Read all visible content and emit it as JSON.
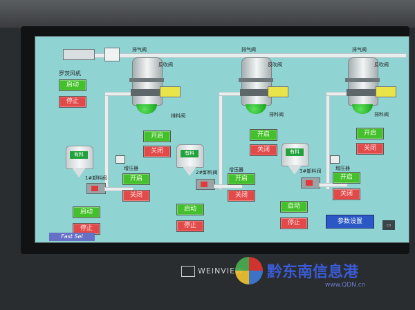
{
  "screen": {
    "blower_label": "罗茨风机",
    "exhaust_valve_label": "排气阀",
    "blowback_valve_label": "反吹阀",
    "discharge_valve_label": "排料阀",
    "unload_valves": [
      "1#卸料阀",
      "2#卸料阀",
      "3#卸料阀"
    ],
    "compressor_label": "增压器",
    "material_tag": "有料",
    "start_label": "启动",
    "stop_label": "停止",
    "open_label": "开启",
    "close_label": "关闭",
    "param_button": "参数设置",
    "fast_sel": "Fast Sel"
  },
  "brand": "WEINVIEW",
  "watermark": {
    "text": "黔东南信息港",
    "url": "www.QDN.cn"
  },
  "colors": {
    "screen_bg": "#8fd3d3",
    "green": "#44c02d",
    "red": "#e24a4a",
    "yellow": "#e8e44a",
    "blue": "#2b58c5"
  }
}
